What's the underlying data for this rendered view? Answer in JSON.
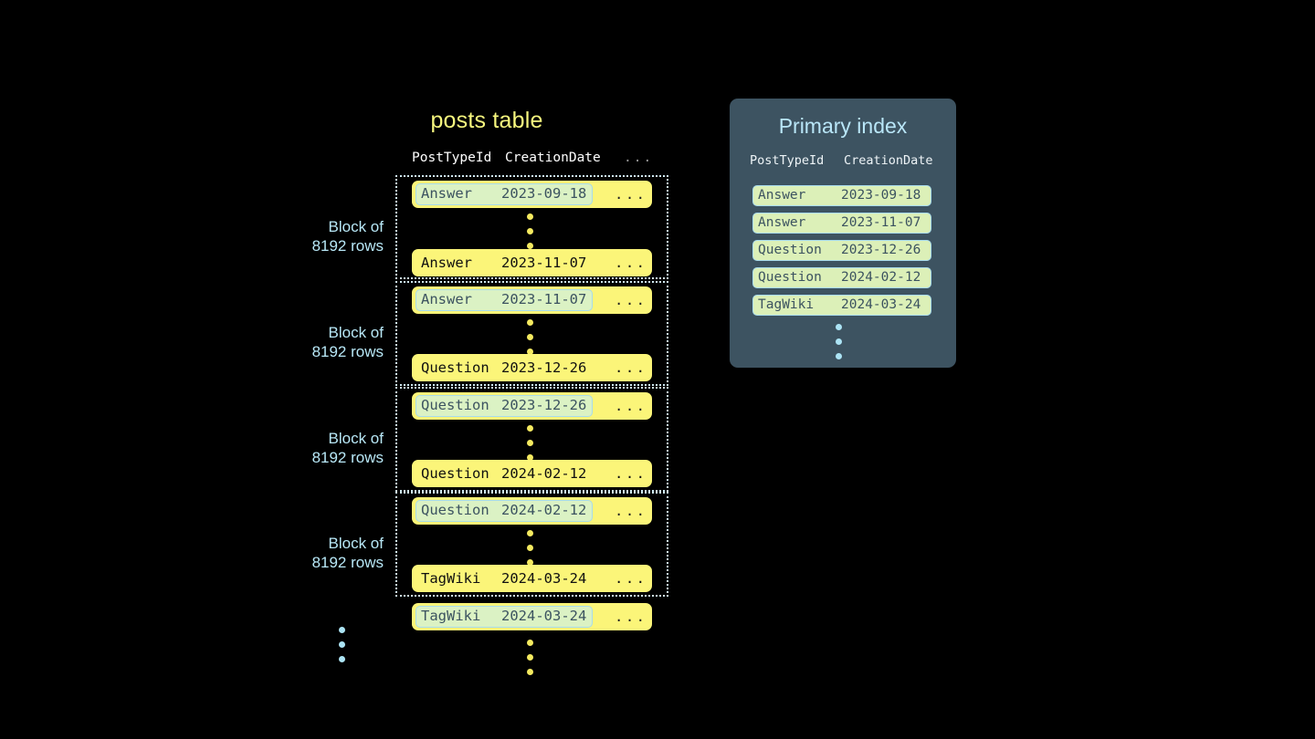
{
  "posts_table": {
    "title": "posts table",
    "columns": [
      "PostTypeId",
      "CreationDate",
      "..."
    ],
    "blocks": [
      {
        "label_line1": "Block of",
        "label_line2": "8192 rows",
        "first_row": {
          "type": "Answer",
          "date": "2023-09-18",
          "rest": "...",
          "highlighted": true
        },
        "last_row": {
          "type": "Answer",
          "date": "2023-11-07",
          "rest": "...",
          "highlighted": false
        }
      },
      {
        "label_line1": "Block of",
        "label_line2": "8192 rows",
        "first_row": {
          "type": "Answer",
          "date": "2023-11-07",
          "rest": "...",
          "highlighted": true
        },
        "last_row": {
          "type": "Question",
          "date": "2023-12-26",
          "rest": "...",
          "highlighted": false
        }
      },
      {
        "label_line1": "Block of",
        "label_line2": "8192 rows",
        "first_row": {
          "type": "Question",
          "date": "2023-12-26",
          "rest": "...",
          "highlighted": true
        },
        "last_row": {
          "type": "Question",
          "date": "2024-02-12",
          "rest": "...",
          "highlighted": false
        }
      },
      {
        "label_line1": "Block of",
        "label_line2": "8192 rows",
        "first_row": {
          "type": "Question",
          "date": "2024-02-12",
          "rest": "...",
          "highlighted": true
        },
        "last_row": {
          "type": "TagWiki",
          "date": "2024-03-24",
          "rest": "...",
          "highlighted": false
        }
      }
    ],
    "trailing_row": {
      "type": "TagWiki",
      "date": "2024-03-24",
      "rest": "...",
      "highlighted": true
    },
    "ellipsis_symbol": "•"
  },
  "primary_index": {
    "title": "Primary index",
    "columns": [
      "PostTypeId",
      "CreationDate"
    ],
    "rows": [
      {
        "type": "Answer",
        "date": "2023-09-18"
      },
      {
        "type": "Answer",
        "date": "2023-11-07"
      },
      {
        "type": "Question",
        "date": "2023-12-26"
      },
      {
        "type": "Question",
        "date": "2024-02-12"
      },
      {
        "type": "TagWiki",
        "date": "2024-03-24"
      }
    ]
  },
  "colors": {
    "background": "#000000",
    "row_yellow": "#fbf579",
    "highlight_green": "#dbf2c4",
    "highlight_border": "#a7dbec",
    "panel_slate": "#3d5361",
    "accent_blue": "#b8e8f7",
    "title_yellow": "#f7f77e",
    "dot_yellow": "#f5ea60"
  }
}
